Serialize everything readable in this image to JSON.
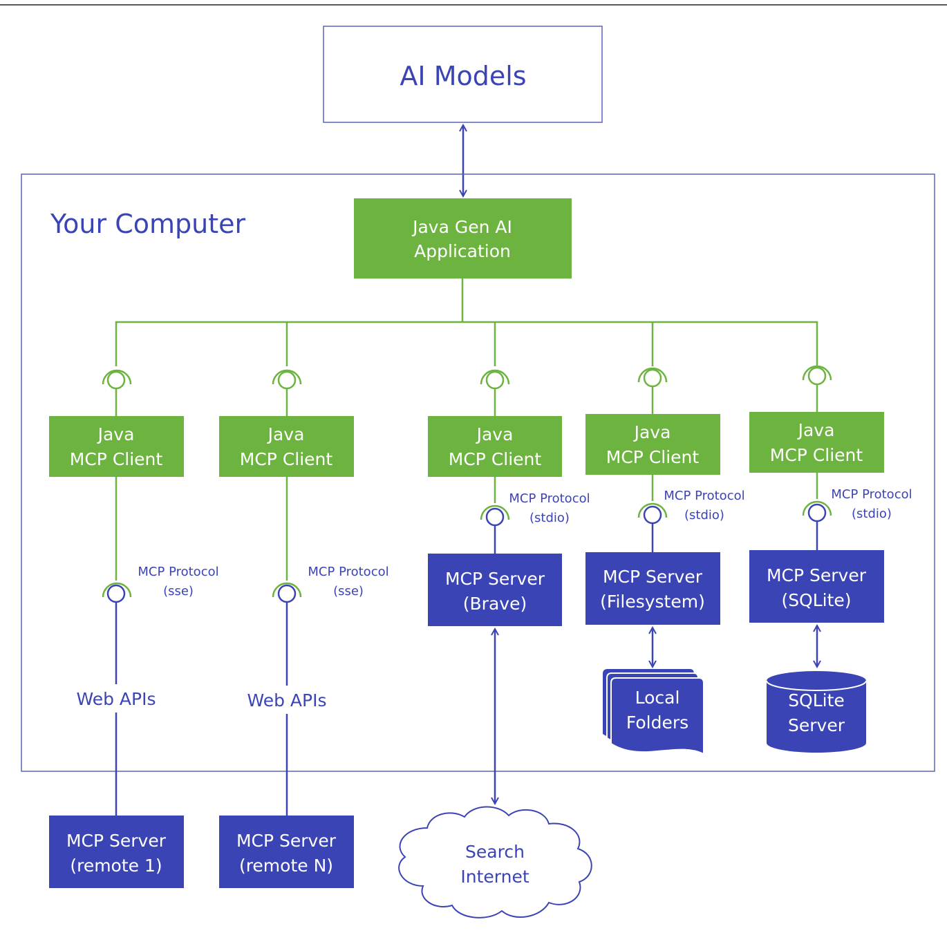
{
  "ai_models": {
    "label": "AI Models"
  },
  "computer": {
    "label": "Your Computer"
  },
  "app": {
    "line1": "Java Gen AI",
    "line2": "Application"
  },
  "client": {
    "line1": "Java",
    "line2": "MCP Client"
  },
  "protocol_sse": {
    "line1": "MCP Protocol",
    "line2": "(sse)"
  },
  "protocol_stdio": {
    "line1": "MCP Protocol",
    "line2": "(stdio)"
  },
  "web_apis": "Web APIs",
  "servers": {
    "brave": {
      "line1": "MCP Server",
      "line2": "(Brave)"
    },
    "filesystem": {
      "line1": "MCP Server",
      "line2": "(Filesystem)"
    },
    "sqlite": {
      "line1": "MCP Server",
      "line2": "(SQLite)"
    },
    "remote1": {
      "line1": "MCP Server",
      "line2": "(remote 1)"
    },
    "remoteN": {
      "line1": "MCP Server",
      "line2": "(remote N)"
    }
  },
  "local_folders": {
    "line1": "Local",
    "line2": "Folders"
  },
  "sqlite_server": {
    "line1": "SQLite",
    "line2": "Server"
  },
  "search_internet": {
    "line1": "Search",
    "line2": "Internet"
  },
  "colors": {
    "green": "#6db33f",
    "blue": "#3b44b5",
    "outline": "#5b62b8"
  }
}
